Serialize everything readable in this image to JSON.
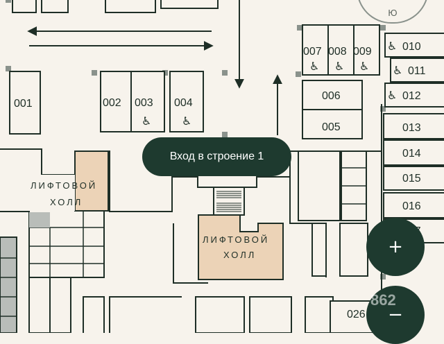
{
  "map": {
    "entrance_label": "Вход в строение 1",
    "lift_hall_labels": [
      "ЛИФТОВОЙ",
      "ХОЛЛ"
    ],
    "compass_label": "Ю",
    "watermark": "862",
    "spaces": {
      "s001": "001",
      "s002": "002",
      "s003": "003",
      "s004": "004",
      "s005": "005",
      "s006": "006",
      "s007": "007",
      "s008": "008",
      "s009": "009",
      "s010": "010",
      "s011": "011",
      "s012": "012",
      "s013": "013",
      "s014": "014",
      "s015": "015",
      "s016": "016",
      "s017": "017",
      "s026": "026"
    },
    "accessible_icon": "wheelchair-icon"
  },
  "controls": {
    "zoom_in_label": "+",
    "zoom_out_label": "−"
  },
  "colors": {
    "background": "#f7f3ec",
    "wall": "#1e2e26",
    "lift_hall": "#ecd3b7",
    "button": "#1e3a2f"
  }
}
